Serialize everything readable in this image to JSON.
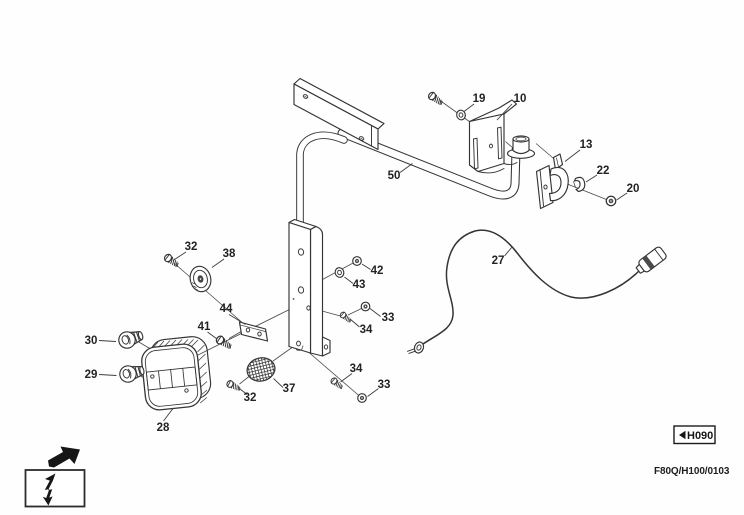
{
  "nav": {
    "label": "H090"
  },
  "footer": {
    "figure_code": "F80Q/H100/0103"
  },
  "colors": {
    "line": "#343434",
    "paper": "#fefefe",
    "label": "#222222"
  },
  "icons": {
    "nav_back": "left-triangle",
    "electrical": "lightning-bolt",
    "direction": "up-right-arrow"
  },
  "callouts": [
    {
      "num": "19"
    },
    {
      "num": "10"
    },
    {
      "num": "13"
    },
    {
      "num": "22"
    },
    {
      "num": "20"
    },
    {
      "num": "50"
    },
    {
      "num": "27"
    },
    {
      "num": "32"
    },
    {
      "num": "38"
    },
    {
      "num": "42"
    },
    {
      "num": "43"
    },
    {
      "num": "33"
    },
    {
      "num": "34"
    },
    {
      "num": "44"
    },
    {
      "num": "41"
    },
    {
      "num": "30"
    },
    {
      "num": "29"
    },
    {
      "num": "28"
    },
    {
      "num": "37"
    },
    {
      "num": "32"
    },
    {
      "num": "34"
    },
    {
      "num": "33"
    }
  ]
}
